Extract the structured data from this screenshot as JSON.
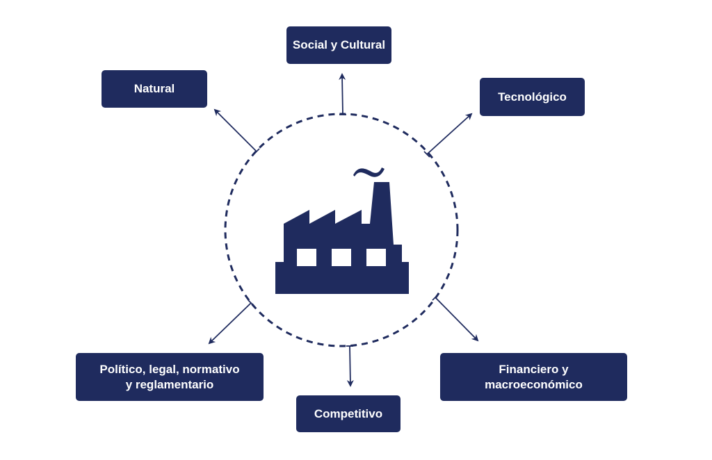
{
  "center": {
    "icon": "factory-icon"
  },
  "nodes": [
    {
      "id": "social",
      "label": "Social y Cultural"
    },
    {
      "id": "natural",
      "label": "Natural"
    },
    {
      "id": "tecnologico",
      "label": "Tecnológico"
    },
    {
      "id": "politico",
      "label": "Político, legal, normativo\ny reglamentario"
    },
    {
      "id": "financiero",
      "label": "Financiero y\nmacroeconómico"
    },
    {
      "id": "competitivo",
      "label": "Competitivo"
    }
  ],
  "colors": {
    "primary": "#1f2b5e",
    "background": "#ffffff",
    "text": "#ffffff"
  }
}
